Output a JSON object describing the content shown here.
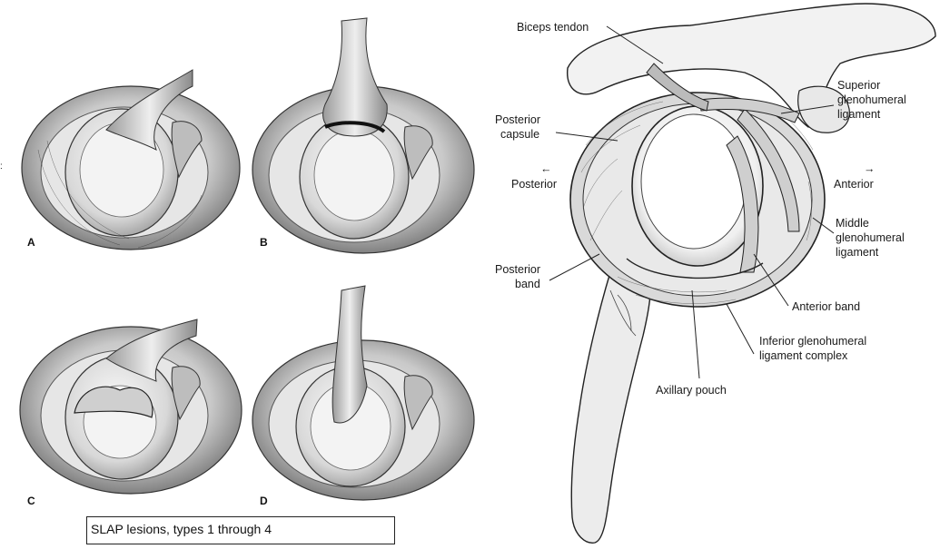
{
  "left_figure": {
    "panels": [
      {
        "letter": "A"
      },
      {
        "letter": "B"
      },
      {
        "letter": "C"
      },
      {
        "letter": "D"
      }
    ],
    "caption": "SLAP lesions, types 1 through 4"
  },
  "right_figure": {
    "labels": {
      "biceps_tendon": "Biceps tendon",
      "superior_gh_1": "Superior",
      "superior_gh_2": "glenohumeral",
      "superior_gh_3": "ligament",
      "posterior_capsule_1": "Posterior",
      "posterior_capsule_2": "capsule",
      "posterior": "Posterior",
      "anterior": "Anterior",
      "middle_gh_1": "Middle",
      "middle_gh_2": "glenohumeral",
      "middle_gh_3": "ligament",
      "posterior_band_1": "Posterior",
      "posterior_band_2": "band",
      "anterior_band": "Anterior band",
      "inferior_gh_1": "Inferior glenohumeral",
      "inferior_gh_2": "ligament complex",
      "axillary_pouch": "Axillary pouch"
    },
    "arrows": {
      "left": "←",
      "right": "→"
    }
  }
}
